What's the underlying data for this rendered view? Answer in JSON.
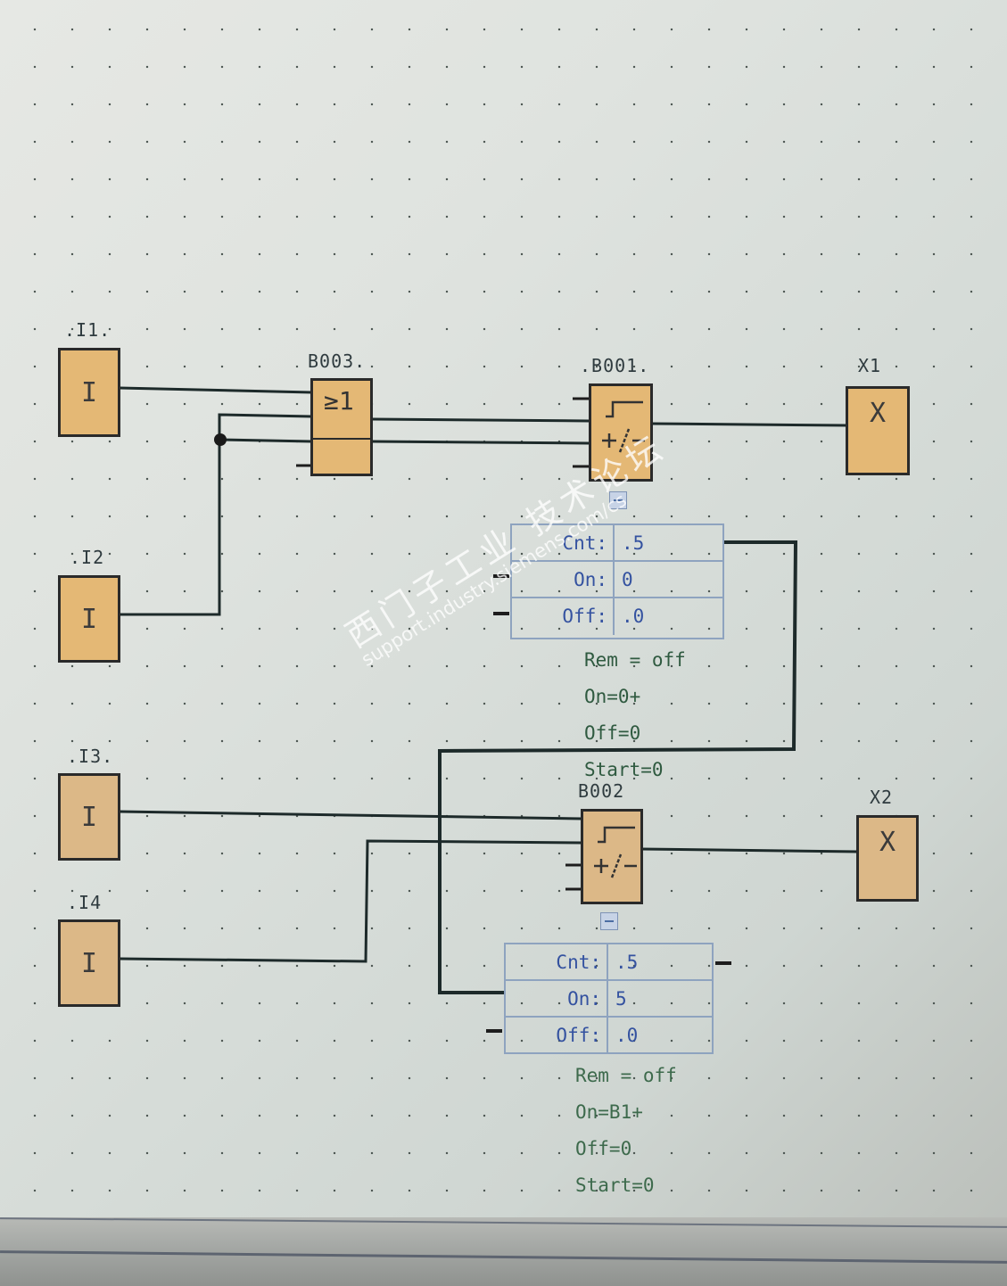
{
  "inputs": [
    {
      "id": "I1",
      "label": ".I1.",
      "glyph": "I"
    },
    {
      "id": "I2",
      "label": ".I2",
      "glyph": "I"
    },
    {
      "id": "I3",
      "label": ".I3.",
      "glyph": "I"
    },
    {
      "id": "I4",
      "label": ".I4",
      "glyph": "I"
    }
  ],
  "blocks": {
    "B003": {
      "label": "B003.",
      "function": "OR",
      "symbol": "≥1"
    },
    "B001": {
      "label": ".B001.",
      "function": "Up/Down counter",
      "symbol": "+/-"
    },
    "B002": {
      "label": "B002",
      "function": "Up/Down counter",
      "symbol": "+/-"
    }
  },
  "outputs": [
    {
      "id": "X1",
      "label": "X1",
      "glyph": "X"
    },
    {
      "id": "X2",
      "label": "X2",
      "glyph": "X"
    }
  ],
  "params": {
    "B001": {
      "rows": [
        {
          "key": "Cnt:",
          "value": ".5"
        },
        {
          "key": "On:",
          "value": "0"
        },
        {
          "key": "Off:",
          "value": ".0"
        }
      ],
      "settings": [
        "Rem = off",
        "On=0+",
        "Off=0",
        "Start=0"
      ]
    },
    "B002": {
      "rows": [
        {
          "key": "Cnt:",
          "value": ".5"
        },
        {
          "key": "On:",
          "value": "5"
        },
        {
          "key": "Off:",
          "value": ".0"
        }
      ],
      "settings": [
        "Rem = off",
        "On=B1+",
        "Off=0",
        "Start=0"
      ]
    }
  },
  "watermark": {
    "text_cn": "西门子工业 技术论坛",
    "url": "support.industry.siemens.com/cs"
  },
  "colors": {
    "block_fill": "#e4b875",
    "wire": "#1d2a2a",
    "param_text": "#3452a0",
    "settings_text": "#2f5a40"
  }
}
